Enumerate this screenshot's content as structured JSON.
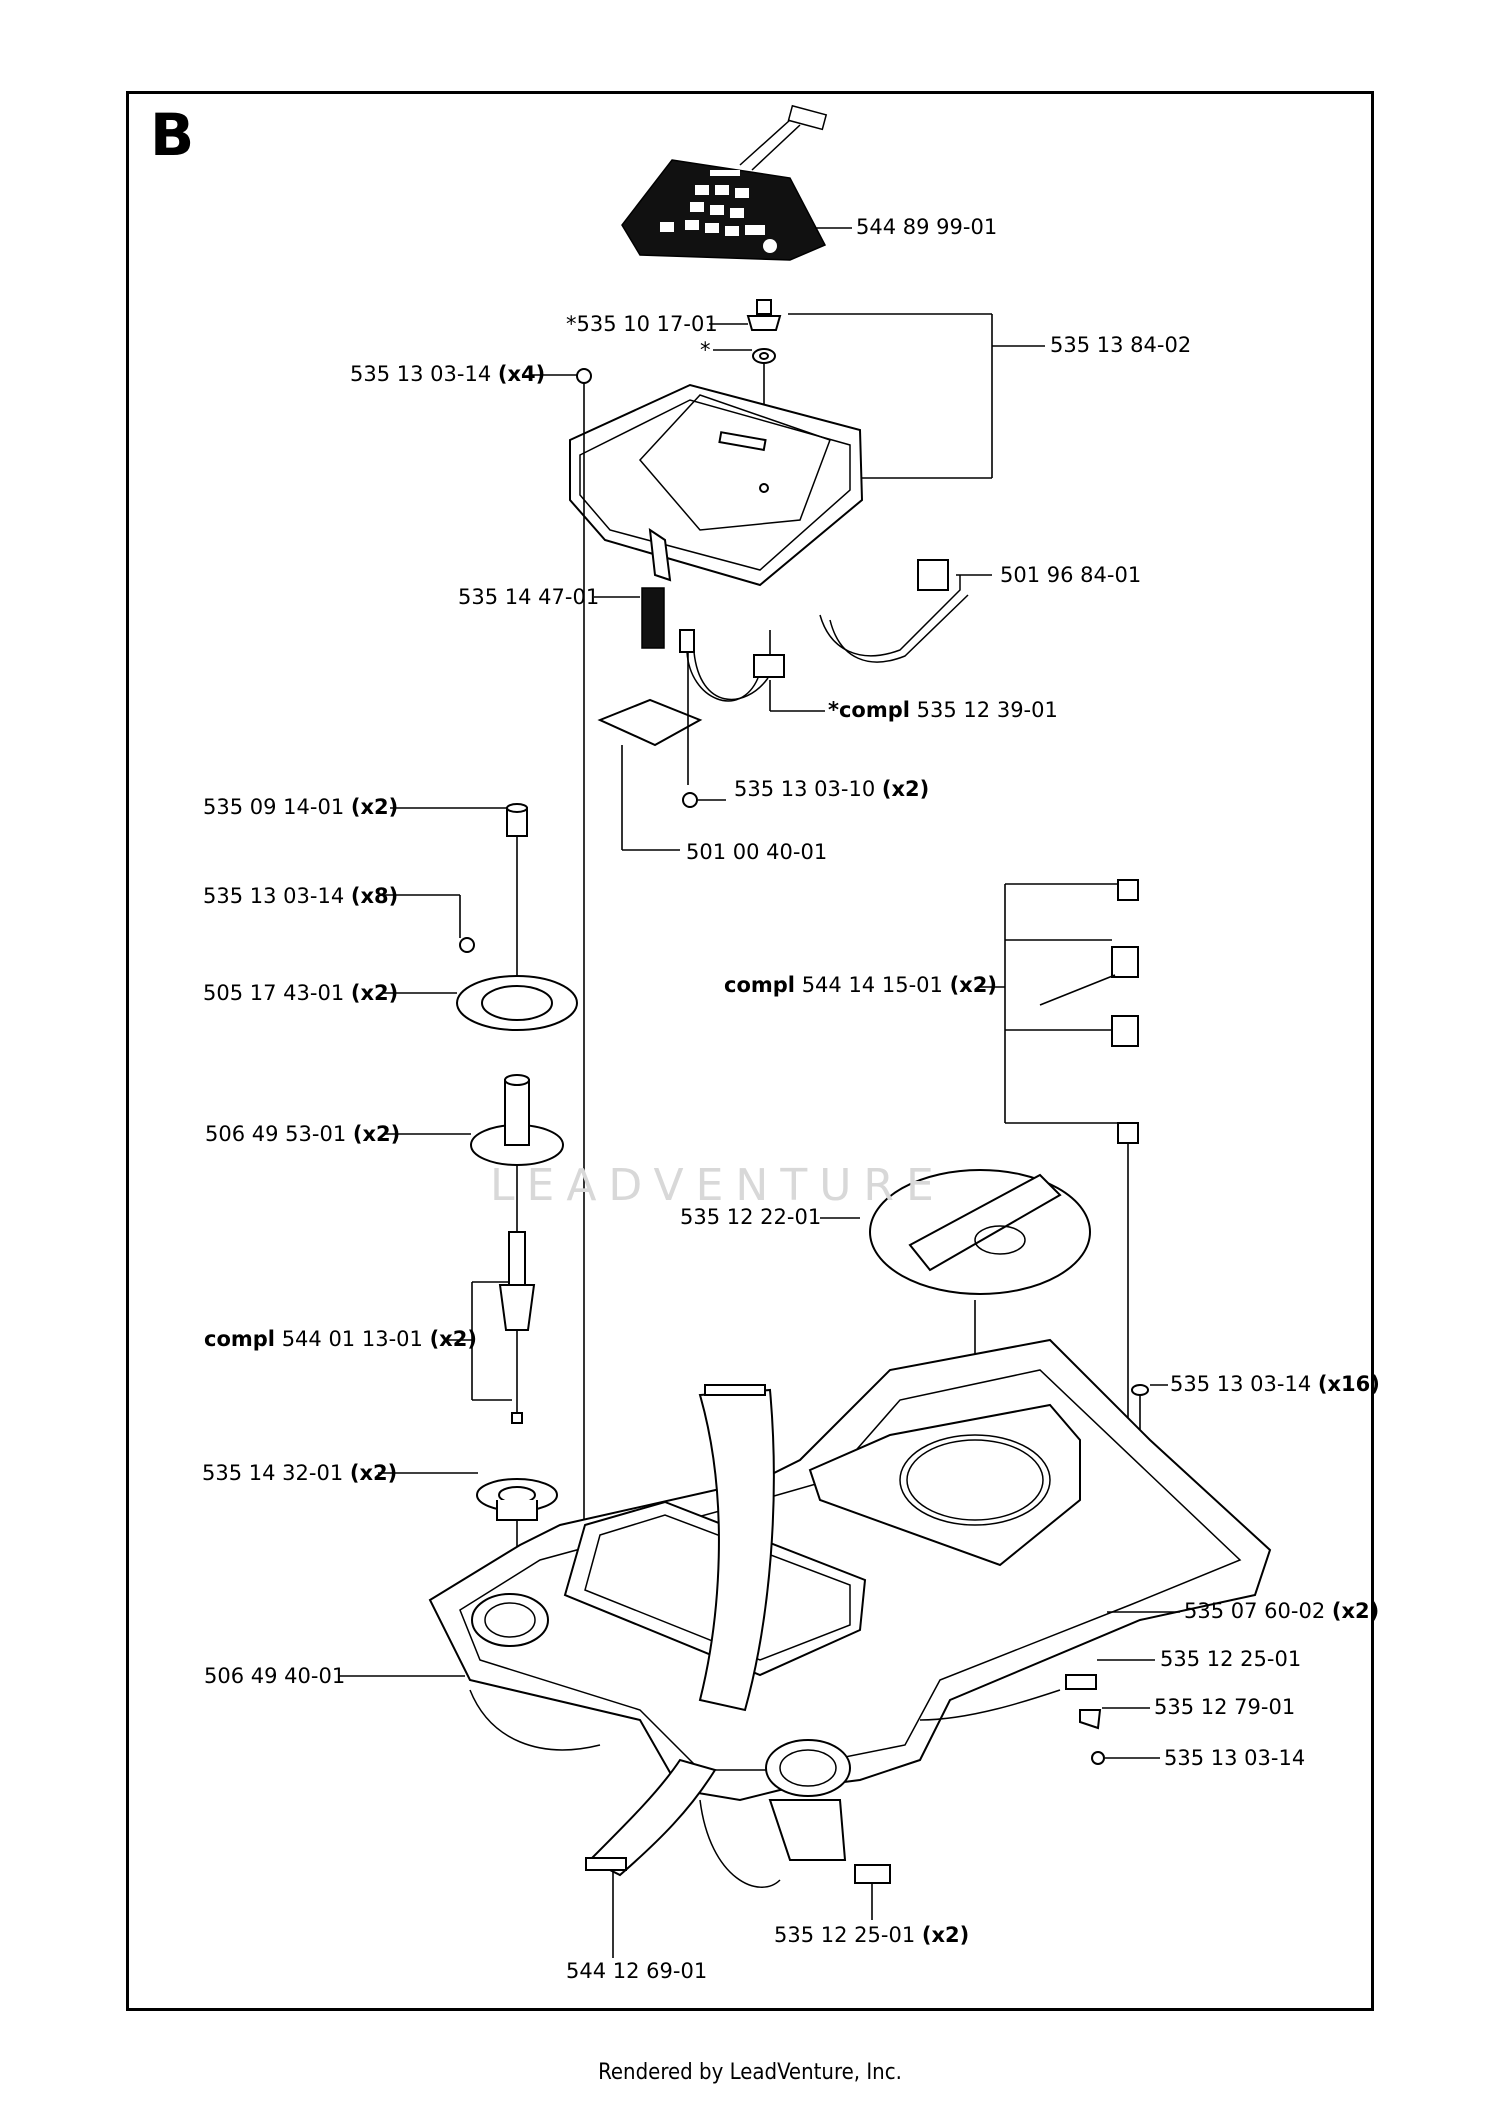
{
  "section": "B",
  "footer": "Rendered by LeadVenture, Inc.",
  "watermark": "LEADVENTURE",
  "parts": [
    {
      "id": "p1",
      "number": "544 89 99-01",
      "prefix": "",
      "qty": ""
    },
    {
      "id": "p2",
      "number": "*535 10 17-01",
      "prefix": "",
      "qty": ""
    },
    {
      "id": "p3",
      "number": "*",
      "prefix": "",
      "qty": ""
    },
    {
      "id": "p4",
      "number": "535 13 84-02",
      "prefix": "",
      "qty": ""
    },
    {
      "id": "p5",
      "number": "535 13 03-14",
      "prefix": "",
      "qty": "(x4)"
    },
    {
      "id": "p6",
      "number": "535 14 47-01",
      "prefix": "",
      "qty": ""
    },
    {
      "id": "p7",
      "number": "501 96 84-01",
      "prefix": "",
      "qty": ""
    },
    {
      "id": "p8",
      "number": "535 12 39-01",
      "prefix": "*compl",
      "qty": ""
    },
    {
      "id": "p9",
      "number": "535 13 03-10",
      "prefix": "",
      "qty": "(x2)"
    },
    {
      "id": "p10",
      "number": "535 09 14-01",
      "prefix": "",
      "qty": "(x2)"
    },
    {
      "id": "p11",
      "number": "501 00 40-01",
      "prefix": "",
      "qty": ""
    },
    {
      "id": "p12",
      "number": "535 13 03-14",
      "prefix": "",
      "qty": "(x8)"
    },
    {
      "id": "p13",
      "number": "544 14 15-01",
      "prefix": "compl",
      "qty": "(x2)"
    },
    {
      "id": "p14",
      "number": "505 17 43-01",
      "prefix": "",
      "qty": "(x2)"
    },
    {
      "id": "p15",
      "number": "506 49 53-01",
      "prefix": "",
      "qty": "(x2)"
    },
    {
      "id": "p16",
      "number": "535 12 22-01",
      "prefix": "",
      "qty": ""
    },
    {
      "id": "p17",
      "number": "544 01 13-01",
      "prefix": "compl",
      "qty": "(x2)"
    },
    {
      "id": "p18",
      "number": "535 13 03-14",
      "prefix": "",
      "qty": "(x16)"
    },
    {
      "id": "p19",
      "number": "535 14 32-01",
      "prefix": "",
      "qty": "(x2)"
    },
    {
      "id": "p20",
      "number": "535 07 60-02",
      "prefix": "",
      "qty": "(x2)"
    },
    {
      "id": "p21",
      "number": "535 12 25-01",
      "prefix": "",
      "qty": ""
    },
    {
      "id": "p22",
      "number": "506 49 40-01",
      "prefix": "",
      "qty": ""
    },
    {
      "id": "p23",
      "number": "535 12 79-01",
      "prefix": "",
      "qty": ""
    },
    {
      "id": "p24",
      "number": "535 13 03-14",
      "prefix": "",
      "qty": ""
    },
    {
      "id": "p25",
      "number": "535 12 25-01",
      "prefix": "",
      "qty": "(x2)"
    },
    {
      "id": "p26",
      "number": "544 12 69-01",
      "prefix": "",
      "qty": ""
    }
  ]
}
